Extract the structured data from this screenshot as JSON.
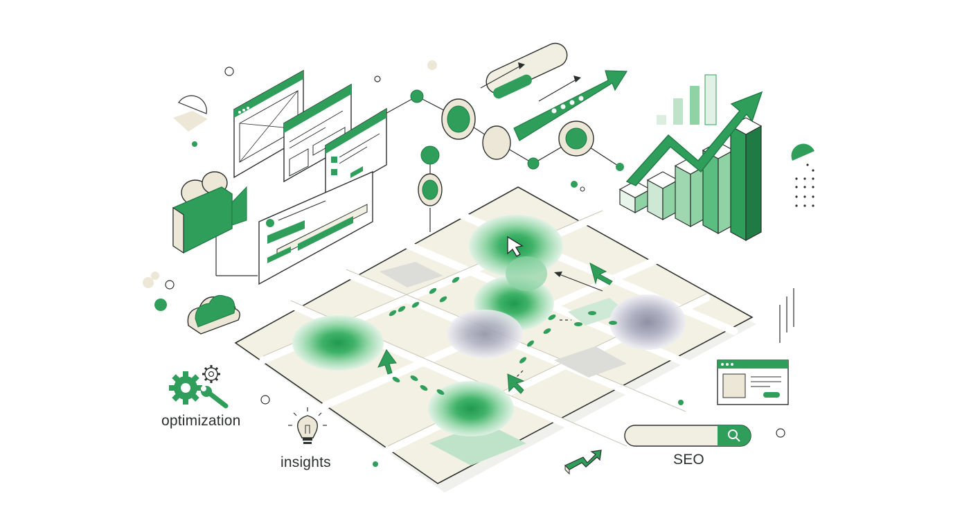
{
  "labels": {
    "optimization": "optimization",
    "insights": "insights",
    "seo": "SEO"
  },
  "colors": {
    "brand_green": "#2f9e5a",
    "dark_green": "#1f7a43",
    "light_green": "#8fd3a5",
    "pale_green": "#d9efe0",
    "outline": "#2b2f2c",
    "map_beige": "#f1eee2",
    "heat_gray": "#a8a9b8",
    "accent_beige": "#ece7d6"
  },
  "icons": [
    "video-camera-icon",
    "cloud-icon",
    "gears-icon",
    "wrench-icon",
    "lightbulb-icon",
    "search-icon",
    "browser-window-icon",
    "cursor-arrow-icon",
    "footprints-icon",
    "bar-chart-icon",
    "trend-arrow-icon"
  ],
  "bar_chart": {
    "levels": [
      0.12,
      0.25,
      0.42,
      0.6,
      0.85
    ]
  }
}
